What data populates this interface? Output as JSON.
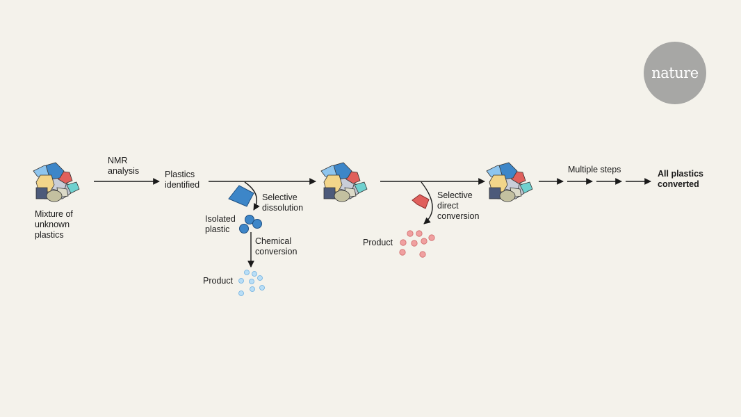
{
  "brand": {
    "logo_text": "nature"
  },
  "colors": {
    "background": "#f4f2eb",
    "arrow": "#1a1a1a",
    "plastic_blue_light": "#8ec5ee",
    "plastic_blue_dark": "#3d86c8",
    "plastic_red": "#e0605c",
    "plastic_yellow": "#f2d58a",
    "plastic_grey": "#c9cdd8",
    "plastic_teal": "#6fd1cf",
    "plastic_navy": "#4c5a7a",
    "plastic_olive": "#c3c0a0",
    "product_blue": "#b9def6",
    "product_red": "#f0a0a0"
  },
  "labels": {
    "mixture": "Mixture of\nunknown\nplastics",
    "nmr": "NMR\nanalysis",
    "identified": "Plastics\nidentified",
    "selective_dissolution": "Selective\ndissolution",
    "isolated": "Isolated\nplastic",
    "chemical_conversion": "Chemical\nconversion",
    "product_1": "Product",
    "selective_direct": "Selective\ndirect\nconversion",
    "product_2": "Product",
    "multiple_steps": "Multiple steps",
    "all_converted": "All plastics\nconverted"
  },
  "icons": {
    "pile_1": "plastic-pile-icon",
    "pile_2": "plastic-pile-icon",
    "pile_3": "plastic-pile-icon",
    "isolated_piece": "blue-plastic-piece-icon",
    "isolated_beads": "blue-beads-icon",
    "red_piece": "red-plastic-piece-icon",
    "product_blue": "blue-droplets-icon",
    "product_red": "red-droplets-icon"
  }
}
